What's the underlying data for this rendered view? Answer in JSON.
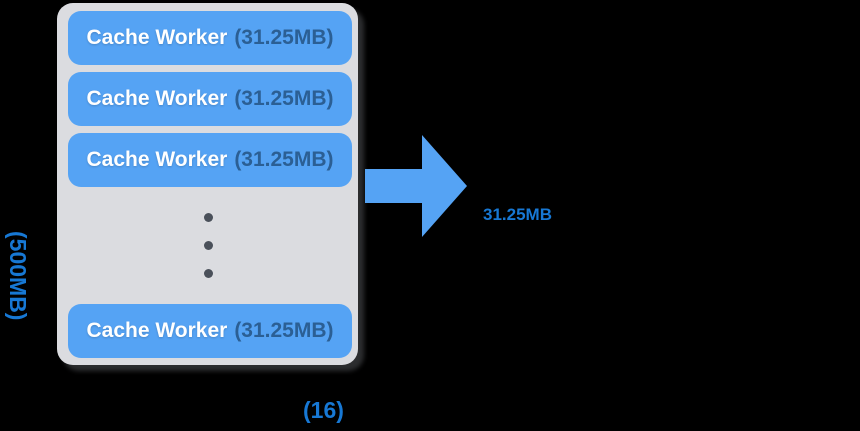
{
  "pool": {
    "capacity_label": "(500MB)",
    "count_label": "(16)",
    "workers": [
      {
        "name": "Cache Worker",
        "size": "(31.25MB)"
      },
      {
        "name": "Cache Worker",
        "size": "(31.25MB)"
      },
      {
        "name": "Cache Worker",
        "size": "(31.25MB)"
      },
      {
        "name": "Cache Worker",
        "size": "(31.25MB)"
      }
    ]
  },
  "arrow": {
    "label": "31.25MB"
  },
  "icons": {
    "flow_arrow": "arrow-right-icon",
    "ellipsis": "vertical-ellipsis-icon"
  },
  "colors": {
    "background": "#000000",
    "pool-gray": "#dbdce0",
    "worker-blue": "#55a3f4",
    "worker-name-text": "#ffffff",
    "worker-size-text": "#2b5f94",
    "label-blue": "#1778d4",
    "dot-gray": "#4a505a"
  }
}
